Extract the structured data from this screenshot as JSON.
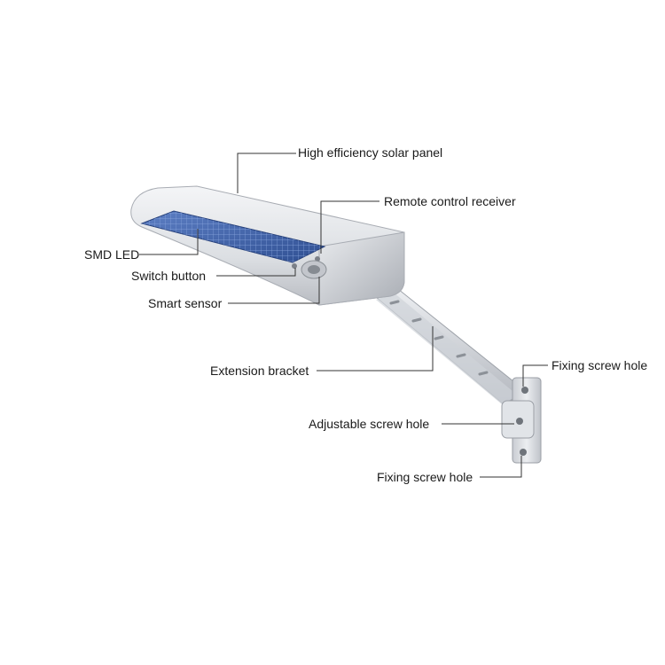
{
  "labels": {
    "solar_panel": "High efficiency solar panel",
    "remote_receiver": "Remote control receiver",
    "smd_led": "SMD LED",
    "switch_button": "Switch button",
    "smart_sensor": "Smart sensor",
    "extension_bracket": "Extension bracket",
    "fixing_screw_hole_top": "Fixing screw hole",
    "adjustable_screw_hole": "Adjustable screw hole",
    "fixing_screw_hole_bottom": "Fixing screw hole"
  }
}
